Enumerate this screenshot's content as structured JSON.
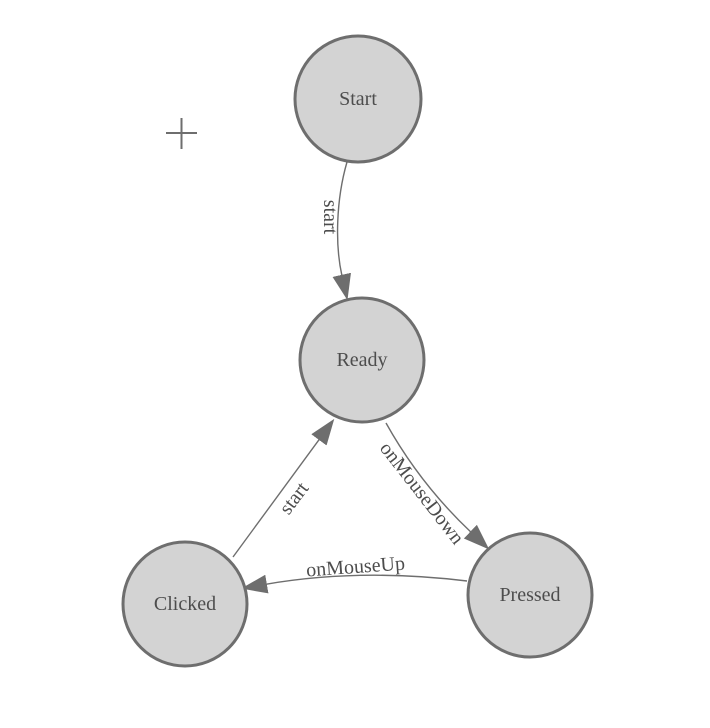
{
  "app": {
    "view": "graph-editor-canvas"
  },
  "colors": {
    "background": "#ffffff",
    "node_fill": "#d3d3d3",
    "node_stroke": "#6e6e6e",
    "edge_stroke": "#6e6e6e",
    "label_text": "#4d4d4d"
  },
  "diagram": {
    "type": "state-machine",
    "nodes": [
      {
        "id": "start",
        "label": "Start"
      },
      {
        "id": "ready",
        "label": "Ready"
      },
      {
        "id": "clicked",
        "label": "Clicked"
      },
      {
        "id": "pressed",
        "label": "Pressed"
      }
    ],
    "edges": [
      {
        "from": "Start",
        "to": "Ready",
        "label": "start"
      },
      {
        "from": "Clicked",
        "to": "Ready",
        "label": "start"
      },
      {
        "from": "Ready",
        "to": "Pressed",
        "label": "onMouseDown"
      },
      {
        "from": "Pressed",
        "to": "Clicked",
        "label": "onMouseUp"
      }
    ]
  }
}
